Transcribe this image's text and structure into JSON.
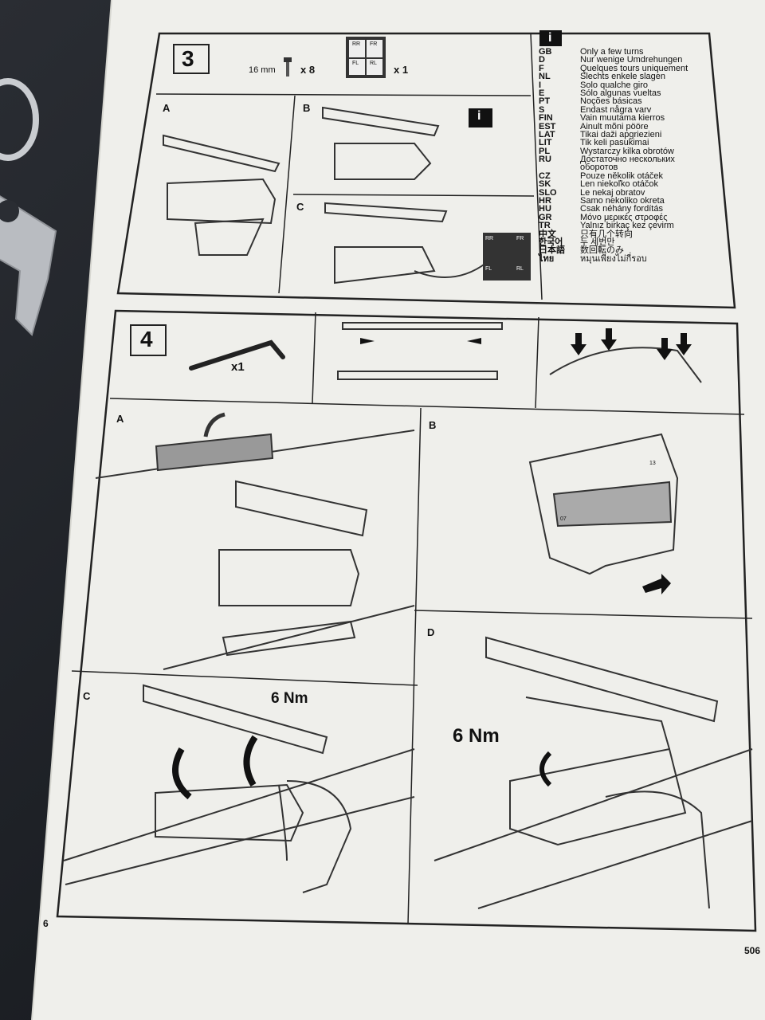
{
  "step3": {
    "number": "3",
    "bolt_length": "16 mm",
    "bolt_qty": "x 8",
    "card_qty": "x 1",
    "card_labels": [
      "RR",
      "FR",
      "FL",
      "RL"
    ],
    "panels": [
      "A",
      "B",
      "C"
    ],
    "info_symbol": "i"
  },
  "languages": [
    {
      "code": "GB",
      "text": "Only a few turns"
    },
    {
      "code": "D",
      "text": "Nur wenige Umdrehungen"
    },
    {
      "code": "F",
      "text": "Quelques tours uniquement"
    },
    {
      "code": "NL",
      "text": "Slechts enkele slagen"
    },
    {
      "code": "I",
      "text": "Solo qualche giro"
    },
    {
      "code": "E",
      "text": "Sólo algunas vueltas"
    },
    {
      "code": "PT",
      "text": "Noções básicas"
    },
    {
      "code": "S",
      "text": "Endast några varv"
    },
    {
      "code": "FIN",
      "text": "Vain muutama kierros"
    },
    {
      "code": "EST",
      "text": "Ainult mõni pööre"
    },
    {
      "code": "LAT",
      "text": "Tikai daži apgriezieni"
    },
    {
      "code": "LIT",
      "text": "Tik keli pasukimai"
    },
    {
      "code": "PL",
      "text": "Wystarczy kilka obrotów"
    },
    {
      "code": "RU",
      "text": "Достаточно нескольких"
    },
    {
      "code": "",
      "text": "оборотов"
    },
    {
      "code": "CZ",
      "text": "Pouze několik otáček"
    },
    {
      "code": "SK",
      "text": "Len niekoľko otáčok"
    },
    {
      "code": "SLO",
      "text": "Le nekaj obratov"
    },
    {
      "code": "HR",
      "text": "Samo nekoliko okreta"
    },
    {
      "code": "HU",
      "text": "Csak néhány fordítás"
    },
    {
      "code": "GR",
      "text": "Μόνο μερικές στροφές"
    },
    {
      "code": "TR",
      "text": "Yalnız birkaç kez çevirm"
    },
    {
      "code": "中文",
      "text": "只有几个转向"
    },
    {
      "code": "한국어",
      "text": "두 세번만"
    },
    {
      "code": "日本語",
      "text": "数回転のみ"
    },
    {
      "code": "ไทย",
      "text": "หมุนเพียงไม่กี่รอบ"
    },
    {
      "code": "",
      "text": ""
    },
    {
      "code": "",
      "text": ""
    },
    {
      "code": "",
      "text": ""
    }
  ],
  "step4": {
    "number": "4",
    "allen_qty": "x1",
    "panels": [
      "A",
      "B",
      "C",
      "D"
    ],
    "bracket_codes": [
      "07",
      "13"
    ],
    "torque": "6 Nm"
  },
  "footer": {
    "page_number": "6",
    "doc_code": "506"
  }
}
